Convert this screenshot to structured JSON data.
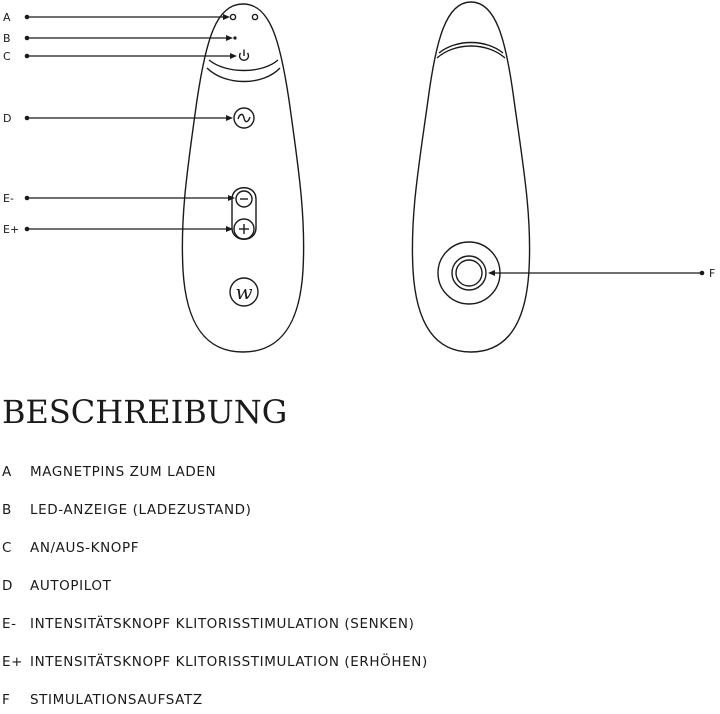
{
  "callouts": {
    "a": "A",
    "b": "B",
    "c": "C",
    "d": "D",
    "e_minus": "E-",
    "e_plus": "E+",
    "f": "F"
  },
  "logo_text": "w",
  "title": "BESCHREIBUNG",
  "legend": [
    {
      "code": "A",
      "text": "MAGNETPINS ZUM LADEN"
    },
    {
      "code": "B",
      "text": "LED-ANZEIGE (LADEZUSTAND)"
    },
    {
      "code": "C",
      "text": "AN/AUS-KNOPF"
    },
    {
      "code": "D",
      "text": "AUTOPILOT"
    },
    {
      "code": "E-",
      "text": "INTENSITÄTSKNOPF KLITORISSTIMULATION (SENKEN)"
    },
    {
      "code": "E+",
      "text": "INTENSITÄTSKNOPF KLITORISSTIMULATION (ERHÖHEN)"
    },
    {
      "code": "F",
      "text": "STIMULATIONSAUFSATZ"
    }
  ]
}
